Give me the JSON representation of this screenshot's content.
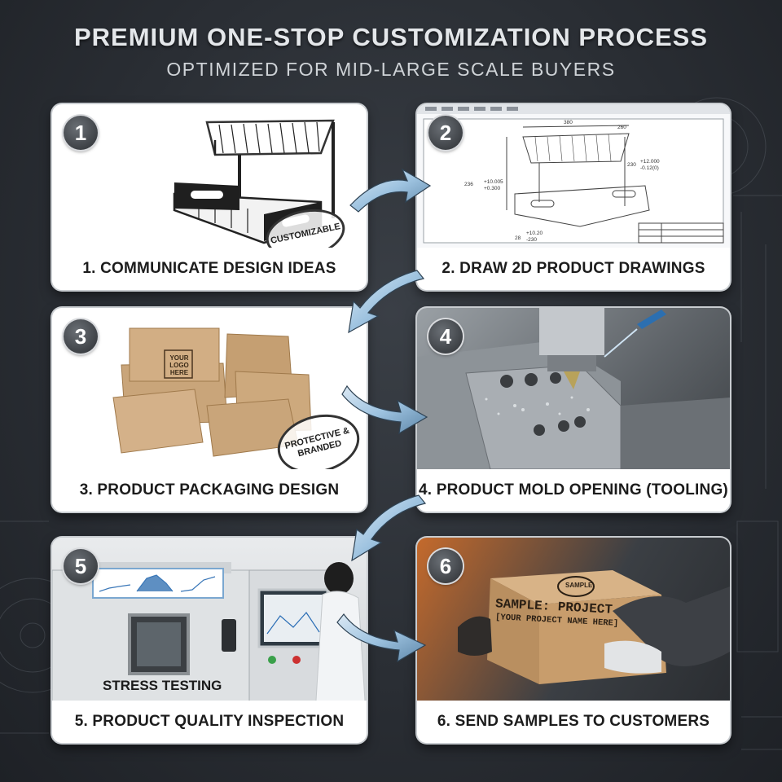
{
  "header": {
    "title": "PREMIUM ONE-STOP CUSTOMIZATION PROCESS",
    "subtitle": "OPTIMIZED FOR MID-LARGE SCALE BUYERS"
  },
  "steps": [
    {
      "number": "1",
      "caption": "1. COMMUNICATE DESIGN IDEAS",
      "stamp": "CUSTOMIZABLE"
    },
    {
      "number": "2",
      "caption": "2. DRAW 2D PRODUCT DRAWINGS",
      "drawing_labels": [
        "236",
        "+10.005",
        "+0.300",
        "28",
        "+10.20",
        "-230",
        "230",
        "+12.000",
        "-0.12(0)",
        "380",
        "260"
      ]
    },
    {
      "number": "3",
      "caption": "3. PRODUCT PACKAGING DESIGN",
      "box_label": "YOUR LOGO HERE",
      "stamp": "PROTECTIVE & BRANDED"
    },
    {
      "number": "4",
      "caption": "4. PRODUCT MOLD OPENING (TOOLING)"
    },
    {
      "number": "5",
      "caption": "5. PRODUCT QUALITY INSPECTION",
      "overlay": "STRESS TESTING"
    },
    {
      "number": "6",
      "caption": "6. SEND SAMPLES TO CUSTOMERS",
      "box_line1": "SAMPLE: PROJECT",
      "box_line2": "[YOUR PROJECT NAME HERE]",
      "box_stamp": "SAMPLE"
    }
  ],
  "colors": {
    "background": "#2a2e34",
    "card": "#ffffff",
    "arrow": "#9ec3e0",
    "badge": "#3a3d42",
    "cardboard": "#c9a57a"
  },
  "icons": [
    "shelf-rack-icon",
    "blueprint-icon",
    "cardboard-boxes-icon",
    "cnc-mill-icon",
    "test-chamber-icon",
    "package-handoff-icon",
    "flow-arrow-icon"
  ]
}
